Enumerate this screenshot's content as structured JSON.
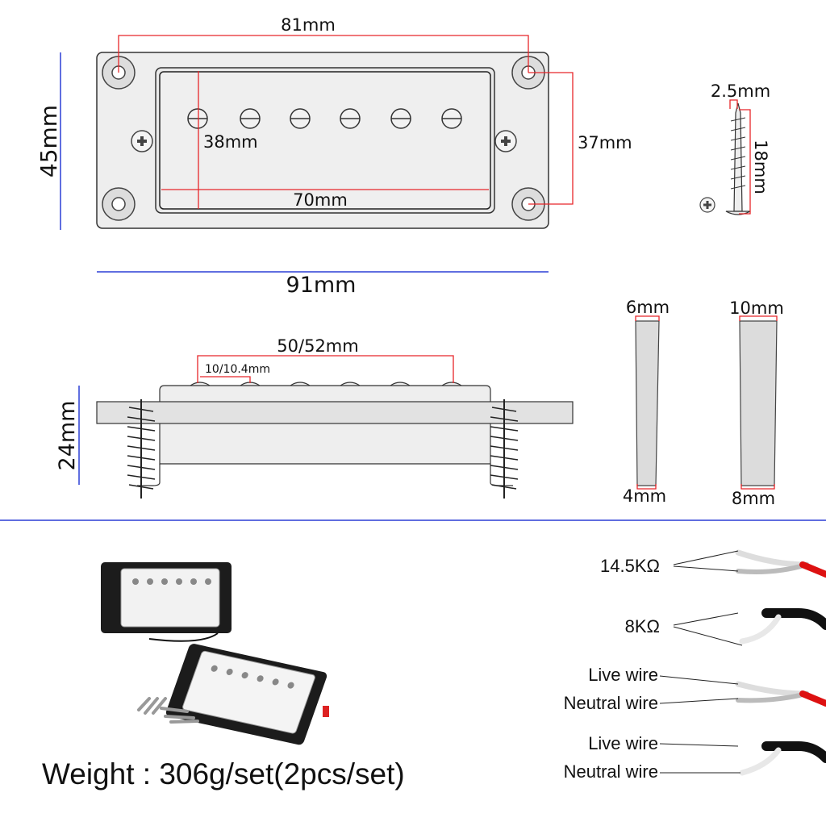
{
  "top_view": {
    "width_holes": "81mm",
    "height_outer": "45mm",
    "inner_height": "38mm",
    "inner_width": "70mm",
    "height_holes": "37mm",
    "width_outer": "91mm"
  },
  "screw": {
    "diameter": "2.5mm",
    "length": "18mm"
  },
  "side_view": {
    "pole_span": "50/52mm",
    "pole_spacing": "10/10.4mm",
    "height": "24mm"
  },
  "wedges": [
    {
      "top": "6mm",
      "bottom": "4mm"
    },
    {
      "top": "10mm",
      "bottom": "8mm"
    }
  ],
  "wiring": {
    "resistance_1": "14.5KΩ",
    "resistance_2": "8KΩ",
    "group_1": {
      "live": "Live wire",
      "neutral": "Neutral wire"
    },
    "group_2": {
      "live": "Live wire",
      "neutral": "Neutral wire"
    }
  },
  "weight": "Weight : 306g/set(2pcs/set)",
  "colors": {
    "dimension_red": "#e8262a",
    "dimension_blue": "#2b3fd6"
  }
}
